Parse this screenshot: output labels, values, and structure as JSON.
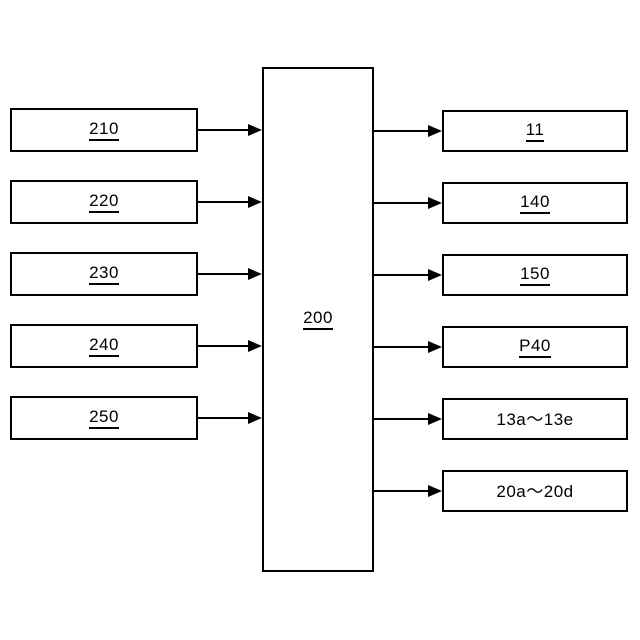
{
  "diagram": {
    "type": "block-diagram",
    "background_color": "#ffffff",
    "line_color": "#000000",
    "center": {
      "label": "200",
      "underlined": true
    },
    "inputs": [
      {
        "label": "210",
        "underlined": true
      },
      {
        "label": "220",
        "underlined": true
      },
      {
        "label": "230",
        "underlined": true
      },
      {
        "label": "240",
        "underlined": true
      },
      {
        "label": "250",
        "underlined": true
      }
    ],
    "outputs": [
      {
        "label": "11",
        "underlined": true
      },
      {
        "label": "140",
        "underlined": true
      },
      {
        "label": "150",
        "underlined": true
      },
      {
        "label": "P40",
        "underlined": true
      },
      {
        "label": "13a〜13e",
        "underlined": false
      },
      {
        "label": "20a〜20d",
        "underlined": false
      }
    ]
  }
}
